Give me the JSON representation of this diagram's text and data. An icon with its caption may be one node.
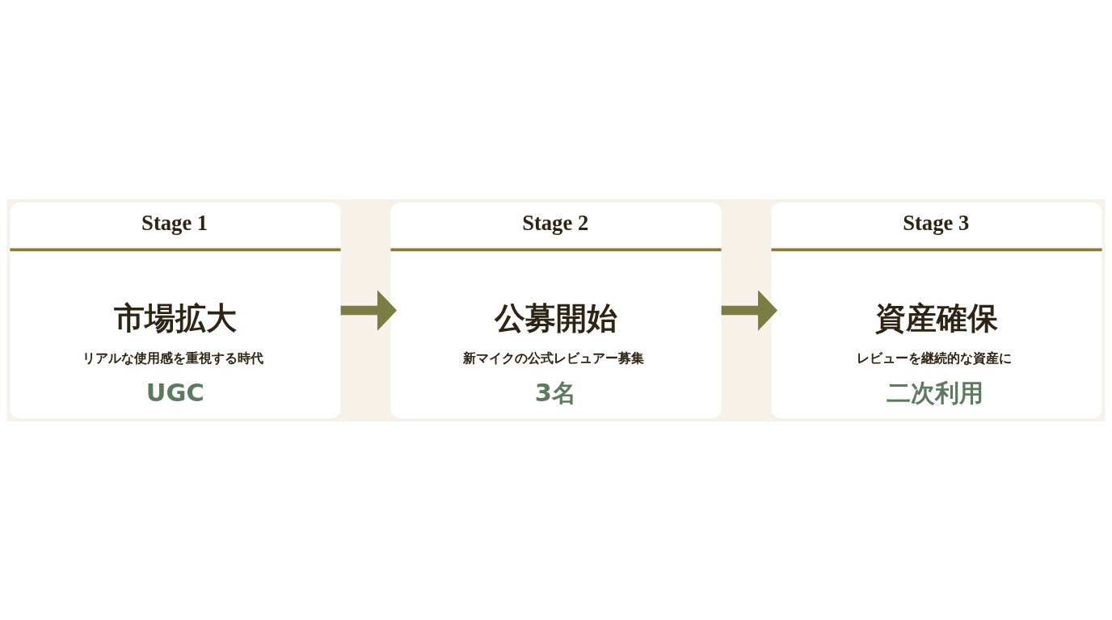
{
  "diagram": {
    "nodes": [
      {
        "text": [
          "Stage 1",
          "市場拡大",
          "リアルな使用感を重視する時代",
          "UGC"
        ]
      },
      {
        "text": [
          "Stage 2",
          "公募開始",
          "新マイクの公式レビュアー募集",
          "3名"
        ]
      },
      {
        "text": [
          "Stage 3",
          "資産確保",
          "レビューを継続的な資産に",
          "二次利用"
        ]
      }
    ],
    "edges": [
      {
        "from": 0,
        "to": 1,
        "arrow": "to"
      },
      {
        "from": 1,
        "to": 2,
        "arrow": "to"
      }
    ]
  }
}
